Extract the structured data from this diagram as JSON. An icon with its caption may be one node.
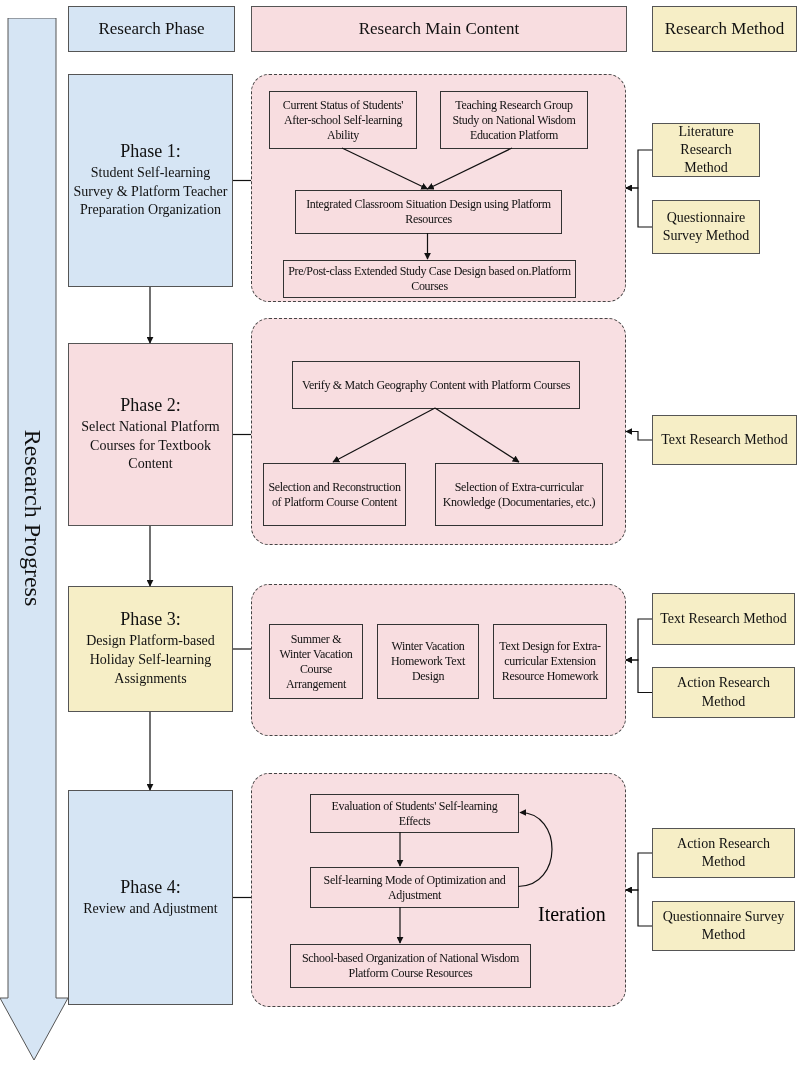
{
  "diagram": {
    "nodes": [
      {
        "text": [
          "Research Progress"
        ]
      },
      {
        "text": [
          "Research Phase"
        ]
      },
      {
        "text": [
          "Research Main Content"
        ]
      },
      {
        "text": [
          "Research Method"
        ]
      },
      {
        "text": [
          "Phase 1:",
          "Student Self-learning Survey & Platform Teacher Preparation Organization"
        ]
      },
      {
        "text": [],
        "shape": "box"
      },
      {
        "text": [
          "Current Status of Students' After-school Self-learning Ability"
        ],
        "in": 5
      },
      {
        "text": [
          "Teaching Research Group Study on National Wisdom Education Platform"
        ],
        "in": 5
      },
      {
        "text": [
          "Integrated Classroom Situation Design using Platform Resources"
        ],
        "in": 5
      },
      {
        "text": [
          "Pre/Post-class Extended Study Case Design based on.Platform Courses"
        ],
        "in": 5
      },
      {
        "text": [
          "Literature Research Method"
        ]
      },
      {
        "text": [
          "Questionnaire Survey Method"
        ]
      },
      {
        "text": [
          "Phase 2:",
          "Select National Platform Courses for Textbook Content"
        ]
      },
      {
        "text": [],
        "shape": "box"
      },
      {
        "text": [
          "Verify & Match Geography Content with Platform Courses"
        ],
        "in": 13
      },
      {
        "text": [
          "Selection and Reconstruction of Platform Course Content"
        ],
        "in": 13
      },
      {
        "text": [
          "Selection of Extra-curricular Knowledge (Documentaries, etc.)"
        ],
        "in": 13
      },
      {
        "text": [
          "Text Research Method"
        ]
      },
      {
        "text": [
          "Phase 3:",
          "Design Platform-based Holiday Self-learning Assignments"
        ]
      },
      {
        "text": [],
        "shape": "box"
      },
      {
        "text": [
          "Summer & Winter Vacation Course Arrangement"
        ],
        "in": 19
      },
      {
        "text": [
          "Winter Vacation Homework Text Design"
        ],
        "in": 19
      },
      {
        "text": [
          "Text Design for Extra-curricular Extension Resource Homework"
        ],
        "in": 19
      },
      {
        "text": [
          "Text Research Method"
        ]
      },
      {
        "text": [
          "Action Research Method"
        ]
      },
      {
        "text": [
          "Phase 4:",
          "Review and Adjustment"
        ]
      },
      {
        "text": [],
        "shape": "box"
      },
      {
        "text": [
          "Evaluation of Students' Self-learning Effects"
        ],
        "in": 26
      },
      {
        "text": [
          "Self-learning Mode of Optimization and Adjustment"
        ],
        "in": 26
      },
      {
        "text": [
          "School-based Organization of National Wisdom Platform Course Resources"
        ],
        "in": 26
      },
      {
        "text": [
          "Action Research Method"
        ]
      },
      {
        "text": [
          "Questionnaire Survey Method"
        ]
      }
    ],
    "edges": [
      {
        "from": 6,
        "to": 8,
        "arrow": "to"
      },
      {
        "from": 7,
        "to": 8,
        "arrow": "to"
      },
      {
        "from": 8,
        "to": 9,
        "arrow": "to"
      },
      {
        "from": 4,
        "to": 5,
        "arrow": "none"
      },
      {
        "from": 10,
        "to": 5,
        "arrow": "to"
      },
      {
        "from": 11,
        "to": 5,
        "arrow": "to"
      },
      {
        "from": 4,
        "to": 12,
        "arrow": "to"
      },
      {
        "from": 12,
        "to": 13,
        "arrow": "none"
      },
      {
        "from": 14,
        "to": 15,
        "arrow": "to"
      },
      {
        "from": 14,
        "to": 16,
        "arrow": "to"
      },
      {
        "from": 17,
        "to": 13,
        "arrow": "to"
      },
      {
        "from": 12,
        "to": 18,
        "arrow": "to"
      },
      {
        "from": 18,
        "to": 19,
        "arrow": "none"
      },
      {
        "from": 23,
        "to": 19,
        "arrow": "to"
      },
      {
        "from": 24,
        "to": 19,
        "arrow": "to"
      },
      {
        "from": 18,
        "to": 25,
        "arrow": "to"
      },
      {
        "from": 25,
        "to": 26,
        "arrow": "none"
      },
      {
        "from": 27,
        "to": 28,
        "arrow": "to"
      },
      {
        "from": 28,
        "to": 29,
        "arrow": "to"
      },
      {
        "from": 28,
        "to": 27,
        "arrow": "to"
      },
      {
        "from": 30,
        "to": 26,
        "arrow": "to"
      },
      {
        "from": 31,
        "to": 26,
        "arrow": "to"
      }
    ],
    "labels": [
      "Iteration"
    ]
  }
}
